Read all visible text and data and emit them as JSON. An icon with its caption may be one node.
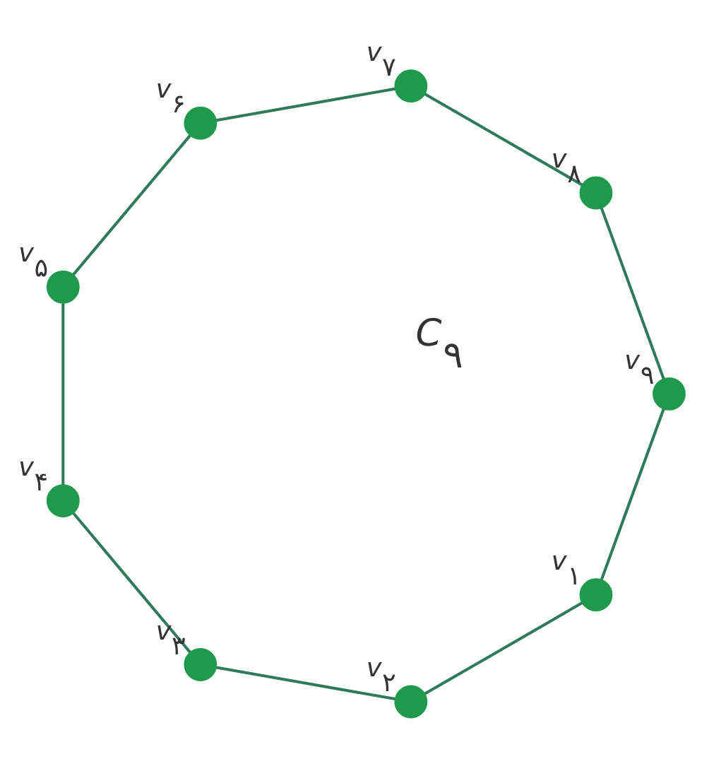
{
  "diagram": {
    "nodes": [
      {
        "text": [],
        "shape": "circle",
        "beside": [
          "v$_{۱}$"
        ]
      },
      {
        "text": [],
        "shape": "circle",
        "beside": [
          "v$_{۲}$"
        ]
      },
      {
        "text": [],
        "shape": "circle",
        "beside": [
          "v$_{۳}$"
        ]
      },
      {
        "text": [],
        "shape": "circle",
        "beside": [
          "v$_{۴}$"
        ]
      },
      {
        "text": [],
        "shape": "circle",
        "beside": [
          "v$_{۵}$"
        ]
      },
      {
        "text": [],
        "shape": "circle",
        "beside": [
          "v$_{۶}$"
        ]
      },
      {
        "text": [],
        "shape": "circle",
        "beside": [
          "v$_{۷}$"
        ]
      },
      {
        "text": [],
        "shape": "circle",
        "beside": [
          "v$_{۸}$"
        ]
      },
      {
        "text": [],
        "shape": "circle",
        "beside": [
          "v$_{۹}$"
        ]
      }
    ],
    "edges": [
      {
        "from": 0,
        "to": 1,
        "arrow": "none"
      },
      {
        "from": 1,
        "to": 2,
        "arrow": "none"
      },
      {
        "from": 2,
        "to": 3,
        "arrow": "none"
      },
      {
        "from": 3,
        "to": 4,
        "arrow": "none"
      },
      {
        "from": 4,
        "to": 5,
        "arrow": "none"
      },
      {
        "from": 5,
        "to": 6,
        "arrow": "none"
      },
      {
        "from": 6,
        "to": 7,
        "arrow": "none"
      },
      {
        "from": 7,
        "to": 8,
        "arrow": "none"
      },
      {
        "from": 8,
        "to": 0,
        "arrow": "none"
      }
    ],
    "labels": [
      "C$_{۹}$"
    ]
  }
}
